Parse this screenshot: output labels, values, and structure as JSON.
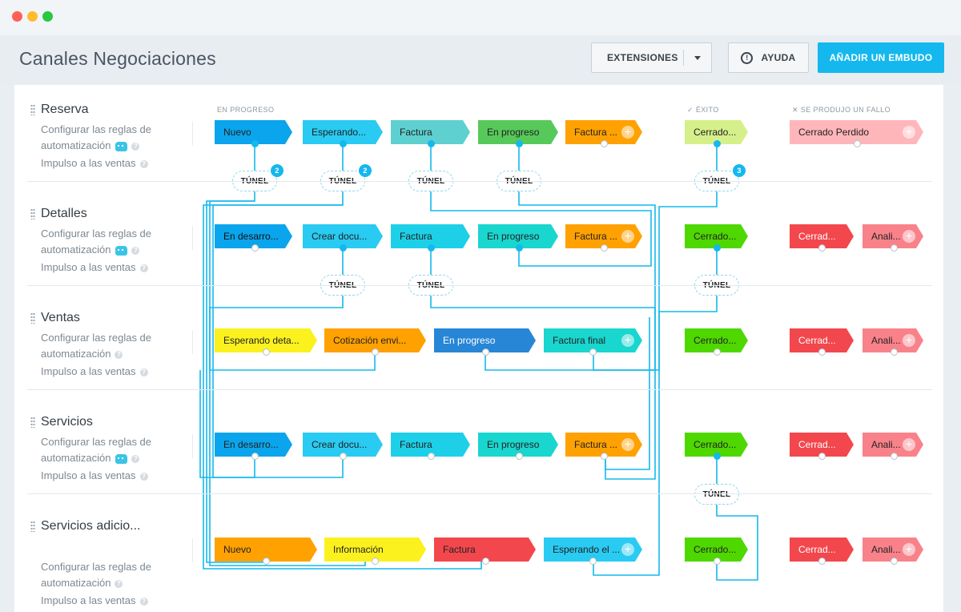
{
  "window": {
    "title": "Canales Negociaciones"
  },
  "header": {
    "extensions_label": "EXTENSIONES",
    "help_label": "AYUDA",
    "add_funnel_label": "AÑADIR UN EMBUDO"
  },
  "columns": {
    "in_progress": "EN PROGRESO",
    "success": "ÉXITO",
    "failure": "SE PRODUJO UN FALLO"
  },
  "rows": [
    {
      "name": "Reserva",
      "links": [
        "Configurar las reglas de",
        "automatización",
        "Impulso a las ventas"
      ],
      "stages": [
        "Nuevo",
        "Esperando...",
        "Factura",
        "En progreso",
        "Factura ...",
        "Cerrado...",
        "Cerrado Perdido"
      ]
    },
    {
      "name": "Detalles",
      "links": [
        "Configurar las reglas de",
        "automatización",
        "Impulso a las ventas"
      ],
      "stages": [
        "En desarro...",
        "Crear docu...",
        "Factura",
        "En progreso",
        "Factura ...",
        "Cerrado...",
        "Cerrad...",
        "Anali..."
      ]
    },
    {
      "name": "Ventas",
      "links": [
        "Configurar las reglas de",
        "automatización",
        "Impulso a las ventas"
      ],
      "stages": [
        "Esperando deta...",
        "Cotización envi...",
        "En progreso",
        "Factura final",
        "Cerrado...",
        "Cerrad...",
        "Anali..."
      ]
    },
    {
      "name": "Servicios",
      "links": [
        "Configurar las reglas de",
        "automatización",
        "Impulso a las ventas"
      ],
      "stages": [
        "En desarro...",
        "Crear docu...",
        "Factura",
        "En progreso",
        "Factura ...",
        "Cerrado...",
        "Cerrad...",
        "Anali..."
      ]
    },
    {
      "name": "Servicios adicio...",
      "links": [
        "Configurar las reglas de",
        "automatización",
        "Impulso a las ventas"
      ],
      "stages": [
        "Nuevo",
        "Información",
        "Factura",
        "Esperando el ...",
        "Cerrado...",
        "Cerrad...",
        "Anali..."
      ]
    }
  ],
  "tunnel_label": "TÚNEL",
  "tunnel_badges": [
    "2",
    "2",
    "3"
  ],
  "colors": {
    "accent": "#14b8ee",
    "blue": "#0aa5ec",
    "cyan": "#29cbf2",
    "teal": "#5ed0d0",
    "green": "#57c95a",
    "orange": "#ffa100",
    "lime": "#d5f08a",
    "pink": "#ffb6ba",
    "red": "#f2474d",
    "salmon": "#f9828a",
    "yellow": "#fbf11f",
    "royal": "#2886d6",
    "bright_green": "#4fd700",
    "aqua": "#19d6cf"
  },
  "icons": [
    "drag-handle-icon",
    "question-icon",
    "robot-icon",
    "chevron-down-icon",
    "alert-icon",
    "plus-icon",
    "check-icon",
    "cross-icon"
  ]
}
